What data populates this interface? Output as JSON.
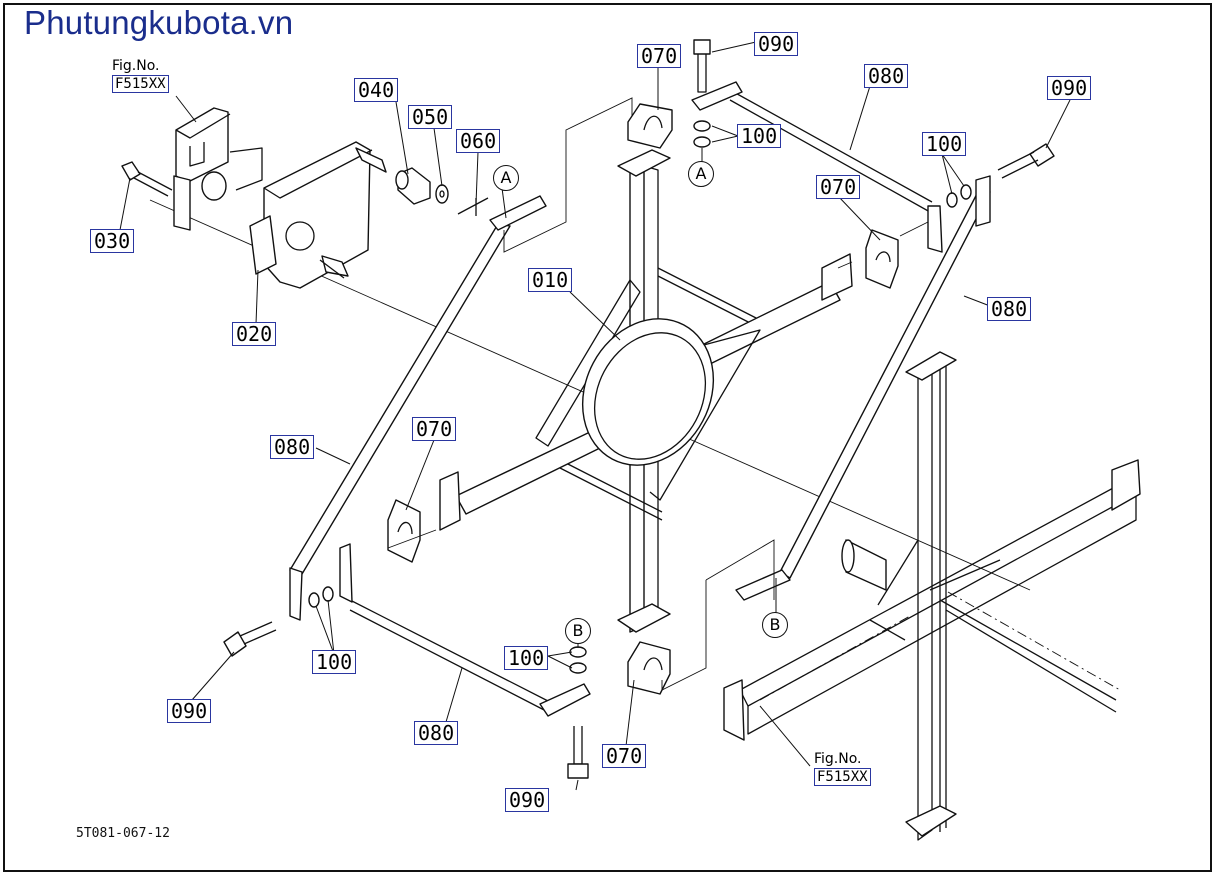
{
  "watermark": "Phutungkubota.vn",
  "drawing_code": "5T081-067-12",
  "figure_refs": [
    {
      "id": "fig-ref-top-left",
      "label": "Fig.No.",
      "code": "F515XX"
    },
    {
      "id": "fig-ref-bottom-right",
      "label": "Fig.No.",
      "code": "F515XX"
    }
  ],
  "part_labels": [
    {
      "id": "010",
      "text": "010"
    },
    {
      "id": "020",
      "text": "020"
    },
    {
      "id": "030",
      "text": "030"
    },
    {
      "id": "040",
      "text": "040"
    },
    {
      "id": "050",
      "text": "050"
    },
    {
      "id": "060",
      "text": "060"
    },
    {
      "id": "070-a",
      "text": "070"
    },
    {
      "id": "070-b",
      "text": "070"
    },
    {
      "id": "070-c",
      "text": "070"
    },
    {
      "id": "070-d",
      "text": "070"
    },
    {
      "id": "080-a",
      "text": "080"
    },
    {
      "id": "080-b",
      "text": "080"
    },
    {
      "id": "080-c",
      "text": "080"
    },
    {
      "id": "080-d",
      "text": "080"
    },
    {
      "id": "090-a",
      "text": "090"
    },
    {
      "id": "090-b",
      "text": "090"
    },
    {
      "id": "090-c",
      "text": "090"
    },
    {
      "id": "090-d",
      "text": "090"
    },
    {
      "id": "100-a",
      "text": "100"
    },
    {
      "id": "100-b",
      "text": "100"
    },
    {
      "id": "100-c",
      "text": "100"
    },
    {
      "id": "100-d",
      "text": "100"
    }
  ],
  "ref_marks": [
    {
      "id": "ref-a-1",
      "text": "A"
    },
    {
      "id": "ref-a-2",
      "text": "A"
    },
    {
      "id": "ref-b-1",
      "text": "B"
    },
    {
      "id": "ref-b-2",
      "text": "B"
    }
  ]
}
